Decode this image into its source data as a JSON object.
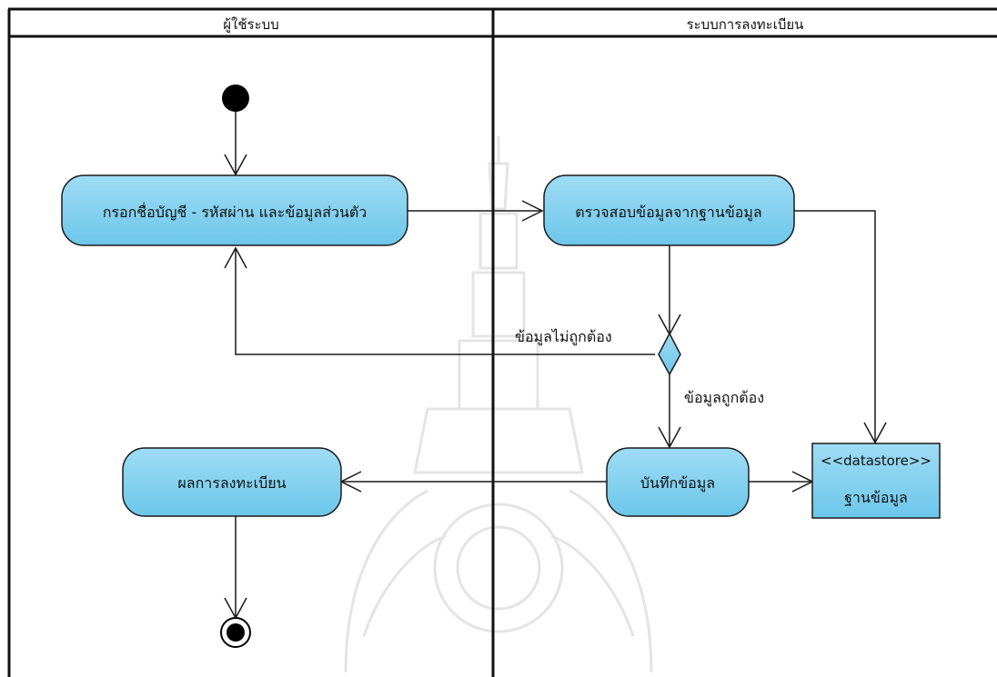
{
  "lanes": [
    {
      "id": "user",
      "title": "ผู้ใช้ระบบ"
    },
    {
      "id": "system",
      "title": "ระบบการลงทะเบียน"
    }
  ],
  "activities": {
    "enter_info": "กรอกชื่อบัญชี - รหัสผ่าน และข้อมูลส่วนตัว",
    "check_db": "ตรวจสอบข้อมูลจากฐานข้อมูล",
    "save": "บันทึกข้อมูล",
    "result": "ผลการลงทะเบียน"
  },
  "datastore": {
    "stereotype": "<<datastore>>",
    "name": "ฐานข้อมูล"
  },
  "guards": {
    "invalid": "ข้อมูลไม่ถูกต้อง",
    "valid": "ข้อมูลถูกต้อง"
  },
  "colors": {
    "node_fill": "#7ecfee",
    "line": "#1a1a1a",
    "watermark": "#e6e6e6"
  }
}
